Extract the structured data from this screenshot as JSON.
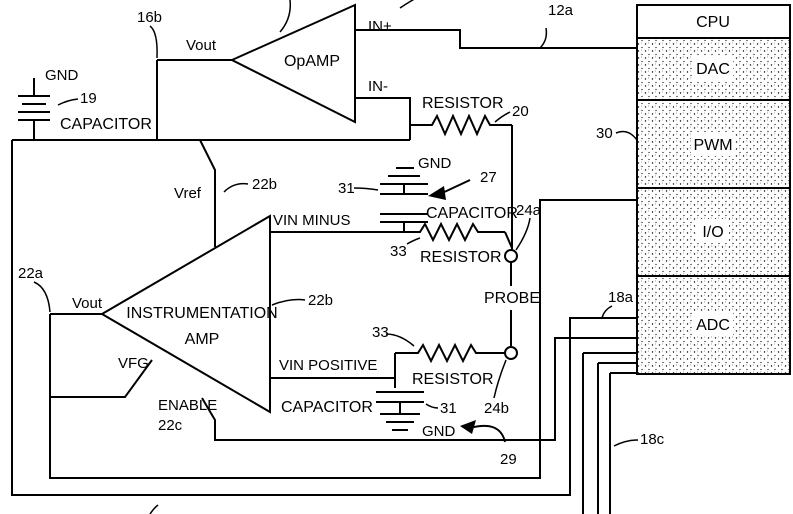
{
  "mcu": {
    "ref": "30",
    "blocks": [
      {
        "label": "CPU"
      },
      {
        "label": "DAC"
      },
      {
        "label": "PWM"
      },
      {
        "label": "I/O"
      },
      {
        "label": "ADC"
      }
    ]
  },
  "opamp": {
    "label": "OpAMP",
    "vout": "Vout",
    "in_plus": "IN+",
    "in_minus": "IN-",
    "ref": "16b"
  },
  "instamp": {
    "label_line1": "INSTRUMENTATION",
    "label_line2": "AMP",
    "vout": "Vout",
    "vref": "Vref",
    "vfg": "VFG",
    "enable": "ENABLE",
    "vin_minus": "VIN MINUS",
    "vin_positive": "VIN POSITIVE",
    "ref_out": "22a",
    "ref_body": "22b",
    "ref_vref": "22b",
    "ref_enable": "22c"
  },
  "top_left": {
    "gnd": "GND",
    "capacitor": "CAPACITOR",
    "ref": "19"
  },
  "feedback": {
    "resistor": "RESISTOR",
    "ref": "20"
  },
  "upper_filter": {
    "gnd": "GND",
    "capacitor": "CAPACITOR",
    "resistor": "RESISTOR",
    "ref_cap": "31",
    "ref_res": "33",
    "ref_group": "27"
  },
  "lower_filter": {
    "gnd": "GND",
    "capacitor": "CAPACITOR",
    "resistor": "RESISTOR",
    "ref_cap": "31",
    "ref_res": "33",
    "ref_group": "29"
  },
  "probe": {
    "label": "PROBE",
    "ref_top": "24a",
    "ref_bottom": "24b"
  },
  "buses": {
    "ref_top": "12a",
    "ref_adc": "18a",
    "ref_bottom": "18c"
  }
}
